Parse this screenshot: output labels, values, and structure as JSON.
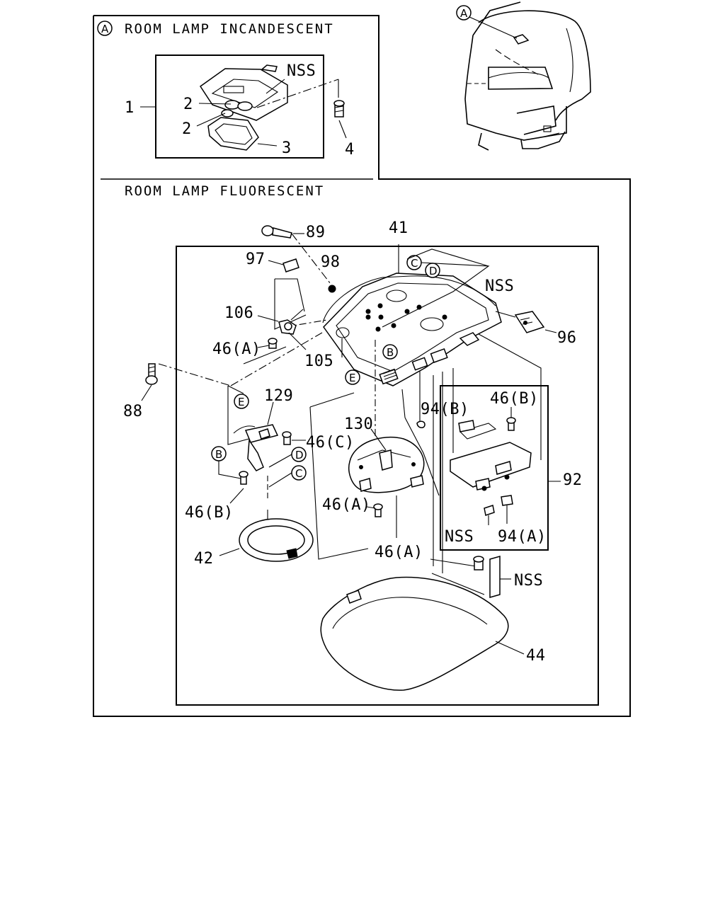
{
  "sections": {
    "incandescent_title": "ROOM LAMP INCANDESCENT",
    "fluorescent_title": "ROOM LAMP FLUORESCENT",
    "view_marker": "A"
  },
  "markers": {
    "a": "A",
    "b": "B",
    "c": "C",
    "d": "D",
    "e": "E"
  },
  "callouts": {
    "p1": "1",
    "p2a": "2",
    "p2b": "2",
    "p3": "3",
    "p4": "4",
    "nss_top": "NSS",
    "p89": "89",
    "p41": "41",
    "p97": "97",
    "p98": "98",
    "p106": "106",
    "p46a_1": "46(A)",
    "p105": "105",
    "p88": "88",
    "p129": "129",
    "p46c": "46(C)",
    "p46b_1": "46(B)",
    "p130": "130",
    "p46a_2": "46(A)",
    "p42": "42",
    "p94b": "94(B)",
    "p46b_2": "46(B)",
    "p92": "92",
    "nss_mid": "NSS",
    "p94a": "94(A)",
    "nss_lower": "NSS",
    "p46a_3": "46(A)",
    "nss_bracket": "NSS",
    "p96": "96",
    "p44": "44"
  }
}
